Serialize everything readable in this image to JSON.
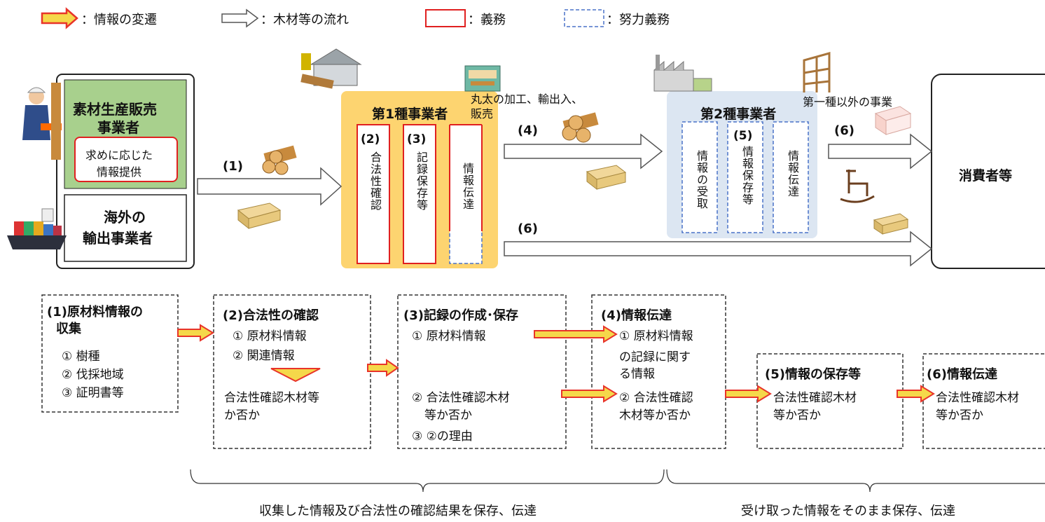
{
  "legend": {
    "info_flow": "：情報の変遷",
    "wood_flow": "：木材等の流れ",
    "duty": "：義務",
    "effort_duty": "：努力義務"
  },
  "supplier": {
    "producer_title_1": "素材生産販売",
    "producer_title_2": "事業者",
    "producer_note_1": "求めに応じた",
    "producer_note_2": "情報提供",
    "overseas_1": "海外の",
    "overseas_2": "輸出事業者"
  },
  "first_class": {
    "title": "第1種事業者",
    "desc_1": "丸太の加工、輸出入、",
    "desc_2": "販売",
    "col1_num": "(2)",
    "col1_text": "合法性確認",
    "col2_num": "(3)",
    "col2_text": "記録保存等",
    "col3_text": "情報伝達"
  },
  "second_class": {
    "title": "第2種事業者",
    "desc": "第一種以外の事業",
    "col1_text": "情報の受取",
    "col2_num": "(5)",
    "col2_text": "情報保存等",
    "col3_text": "情報伝達"
  },
  "consumer": "消費者等",
  "flow_labels": {
    "f1": "(1)",
    "f4": "(4)",
    "f6a": "(6)",
    "f6b": "(6)"
  },
  "steps": {
    "s1": {
      "title_1": "(1)原材料情報の",
      "title_2": "収集",
      "items": [
        "① 樹種",
        "② 伐採地域",
        "③ 証明書等"
      ]
    },
    "s2": {
      "title": "(2)合法性の確認",
      "items": [
        "① 原材料情報",
        "② 関連情報"
      ],
      "result_1": "合法性確認木材等",
      "result_2": "か否か"
    },
    "s3": {
      "title": "(3)記録の作成･保存",
      "item1": "① 原材料情報",
      "item2_1": "② 合法性確認木材",
      "item2_2": "等か否か",
      "item3": "③ ②の理由"
    },
    "s4": {
      "title": "(4)情報伝達",
      "item1_1": "① 原材料情報",
      "item1_2": "の記録に関す",
      "item1_3": "る情報",
      "item2_1": "② 合法性確認",
      "item2_2": "木材等か否か"
    },
    "s5": {
      "title": "(5)情報の保存等",
      "text_1": "合法性確認木材",
      "text_2": "等か否か"
    },
    "s6": {
      "title": "(6)情報伝達",
      "text_1": "合法性確認木材",
      "text_2": "等か否か"
    }
  },
  "brackets": {
    "left": "収集した情報及び合法性の確認結果を保存、伝達",
    "right": "受け取った情報をそのまま保存、伝達"
  },
  "colors": {
    "info_arrow_fill": "#f5d84a",
    "info_arrow_stroke": "#e8342a",
    "duty_red": "#e02020",
    "effort_blue": "#4a72c8",
    "first_bg": "#fdd470",
    "second_bg": "#dce6f2",
    "producer_bg": "#a8d08d",
    "dash_grey": "#333333"
  }
}
